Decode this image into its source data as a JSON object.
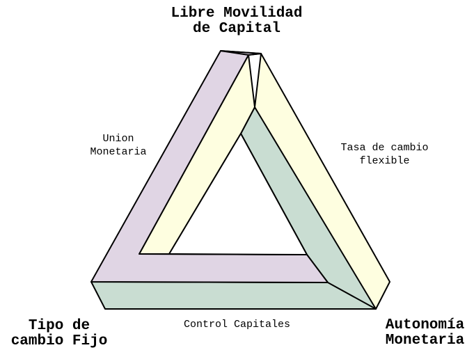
{
  "diagram": {
    "title_top": [
      "Libre Movilidad",
      "de Capital"
    ],
    "corner_left": [
      "Tipo de",
      "cambio Fijo"
    ],
    "corner_right": [
      "Autonomía",
      "Monetaria"
    ],
    "side_left": [
      "Union",
      "Monetaria"
    ],
    "side_right": [
      "Tasa de cambio",
      "flexible"
    ],
    "side_bottom": "Control Capitales"
  },
  "colors": {
    "purple_face": "#e0d5e4",
    "yellow_face": "#fefee0",
    "green_face": "#c9ddd2",
    "outline": "#000000",
    "background": "#ffffff"
  }
}
